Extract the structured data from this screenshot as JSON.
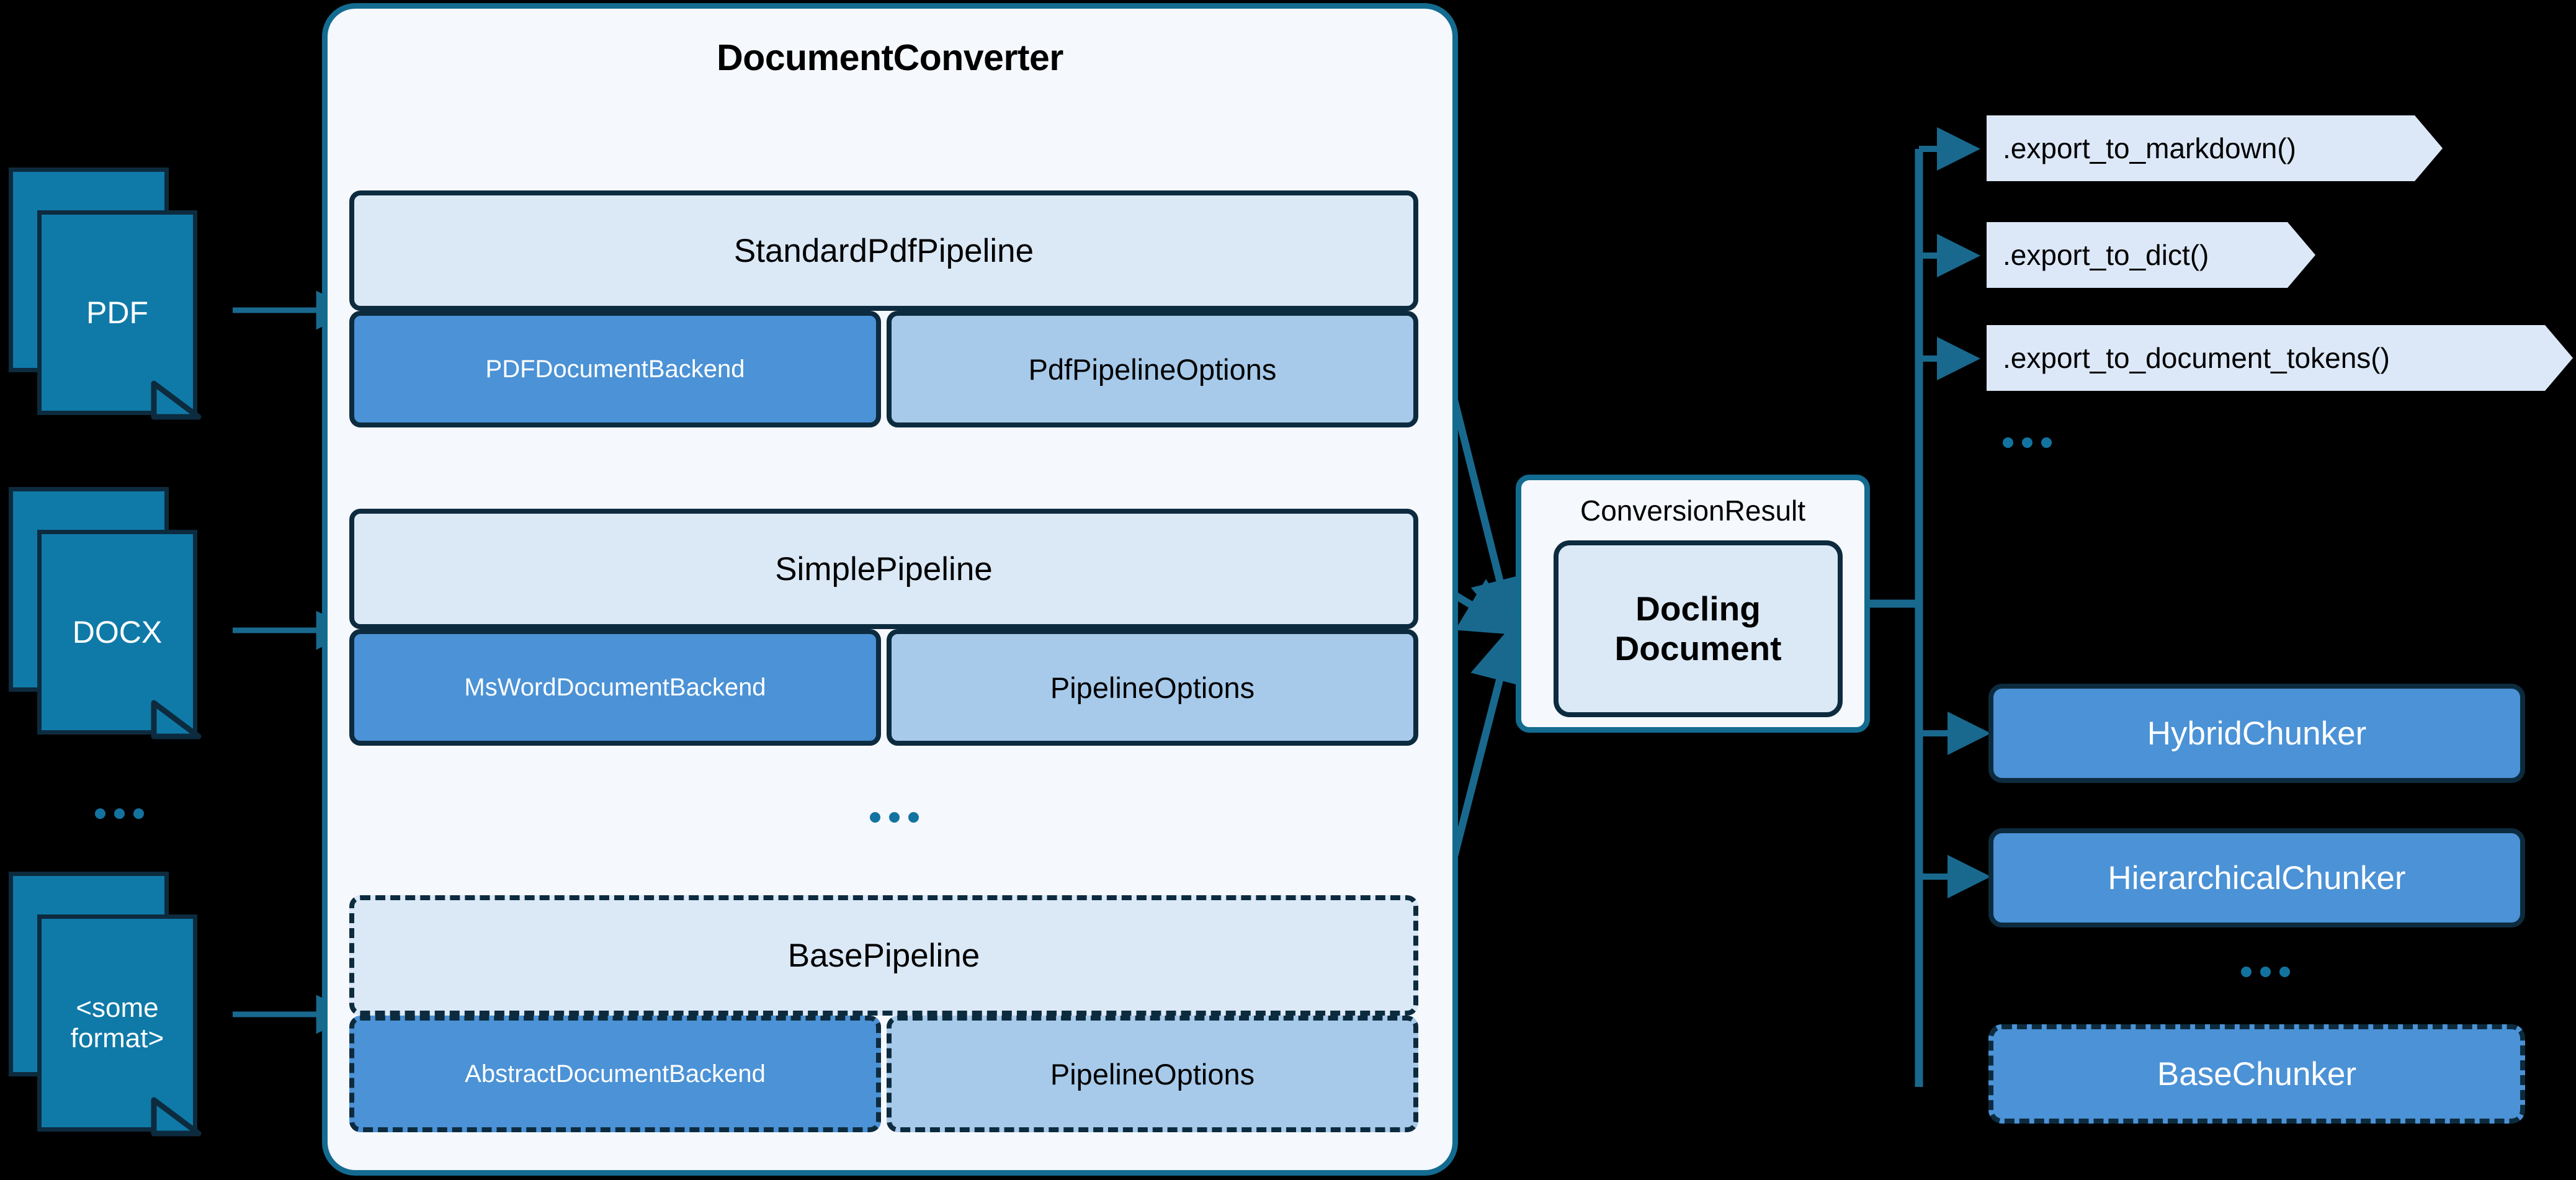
{
  "diagram": {
    "title": "DocumentConverter",
    "colors": {
      "background": "#000000",
      "container_fill": "#f5f8fd",
      "container_stroke": "#136b90",
      "pipeline_head_fill": "#dbe8f6",
      "backend_fill": "#4b92d6",
      "options_fill": "#a7caea",
      "doc_fill": "#0f7aa8",
      "doc_stroke": "#0d2b3e",
      "edge_stroke": "#136b90",
      "export_fill": "#dce8f7",
      "ellipsis_dot": "#1373a0"
    }
  },
  "inputs": {
    "documents": [
      {
        "label": "PDF"
      },
      {
        "label": "DOCX"
      },
      {
        "label": "<some\nformat>",
        "line1": "<some",
        "line2": "format>"
      }
    ],
    "ellipsis": "..."
  },
  "converter": {
    "title": "DocumentConverter",
    "ellipsis": "...",
    "pipelines": [
      {
        "name": "StandardPdfPipeline",
        "backend": "PDFDocumentBackend",
        "options": "PdfPipelineOptions",
        "abstract": false
      },
      {
        "name": "SimplePipeline",
        "backend": "MsWordDocumentBackend",
        "options": "PipelineOptions",
        "abstract": false
      },
      {
        "name": "BasePipeline",
        "backend": "AbstractDocumentBackend",
        "options": "PipelineOptions",
        "abstract": true
      }
    ]
  },
  "result": {
    "class_label": "ConversionResult",
    "doc_line1": "Docling",
    "doc_line2": "Document"
  },
  "exports": {
    "methods": [
      {
        "label": ".export_to_markdown()"
      },
      {
        "label": ".export_to_dict()"
      },
      {
        "label": ".export_to_document_tokens()"
      }
    ],
    "ellipsis": "..."
  },
  "chunkers": {
    "items": [
      {
        "label": "HybridChunker",
        "abstract": false
      },
      {
        "label": "HierarchicalChunker",
        "abstract": false
      },
      {
        "label": "BaseChunker",
        "abstract": true
      }
    ],
    "ellipsis": "..."
  }
}
